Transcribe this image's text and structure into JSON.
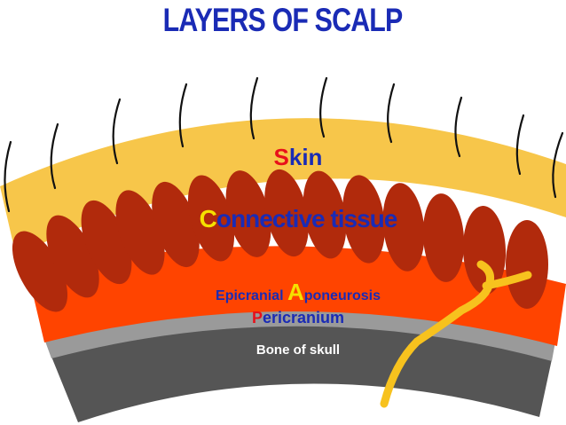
{
  "title": "LAYERS OF SCALP",
  "labels": {
    "skin": {
      "initial": "S",
      "rest": "kin"
    },
    "connective_tissue": {
      "initial": "C",
      "rest": "onnective tissue"
    },
    "aponeurosis": {
      "before": "Epicranial ",
      "initial": "A",
      "rest": "poneurosis"
    },
    "pericranium": {
      "initial": "P",
      "rest": "ericranium"
    },
    "bone": {
      "text": "Bone of skull"
    }
  },
  "colors": {
    "title": "#1a2bb5",
    "skin": "#f7c64a",
    "connective_lobules": "#b12a0c",
    "aponeurosis": "#ff4400",
    "pericranium": "#9a9a9a",
    "bone": "#555555",
    "hair": "#111111",
    "vessel": "#f7c21e",
    "label_blue": "#1a2bb5",
    "initial_red": "#e8101a",
    "initial_yellow": "#f5e000",
    "bone_text": "#ffffff"
  }
}
